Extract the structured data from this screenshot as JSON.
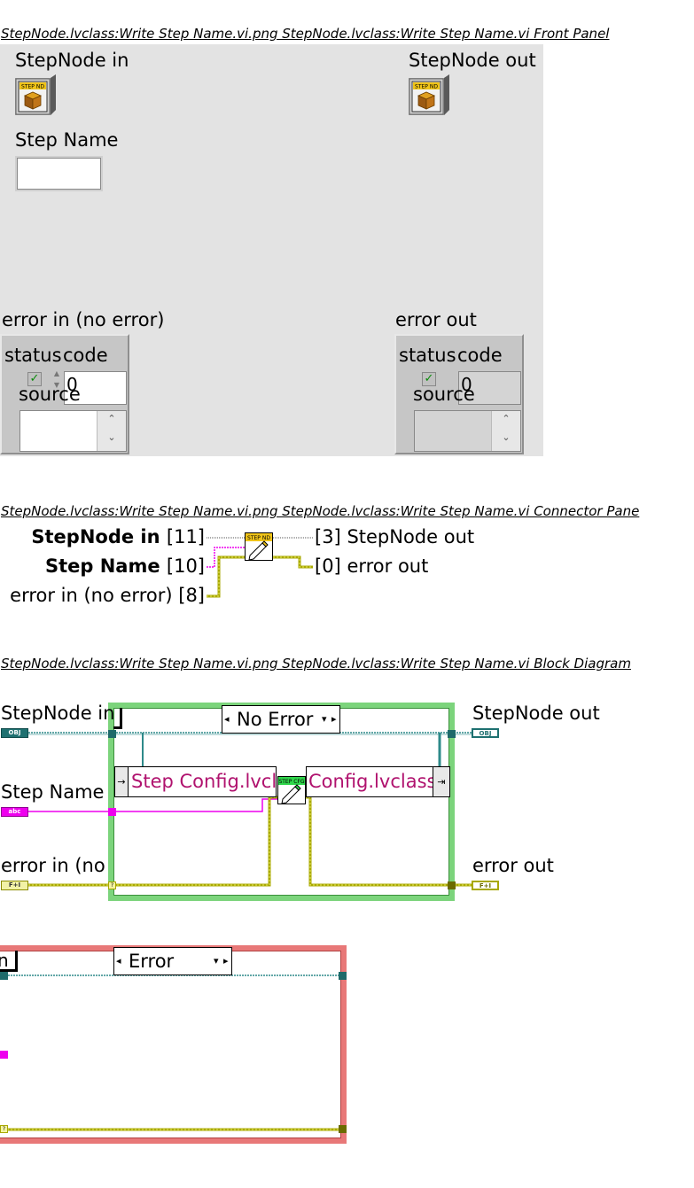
{
  "front_panel": {
    "caption": "StepNode.lvclass:Write Step Name.vi.png  StepNode.lvclass:Write Step Name.vi Front Panel",
    "stepnode_in_label": "StepNode in",
    "stepnode_out_label": "StepNode out",
    "step_name_label": "Step Name",
    "step_name_value": "",
    "class_icon_text": "STEP ND",
    "error_in": {
      "label": "error in (no error)",
      "status_label": "status",
      "code_label": "code",
      "code_value": "0",
      "source_label": "source",
      "source_value": ""
    },
    "error_out": {
      "label": "error out",
      "status_label": "status",
      "code_label": "code",
      "code_value": "0",
      "source_label": "source",
      "source_value": ""
    }
  },
  "connector_pane": {
    "caption": "StepNode.lvclass:Write Step Name.vi.png  StepNode.lvclass:Write Step Name.vi Connector Pane",
    "inputs": [
      {
        "label": "StepNode in",
        "index": "[11]"
      },
      {
        "label": "Step Name",
        "index": "[10]"
      },
      {
        "label": "error in (no error)",
        "index": "[8]"
      }
    ],
    "outputs": [
      {
        "label": "StepNode out",
        "index": "[3]"
      },
      {
        "label": "error out",
        "index": "[0]"
      }
    ],
    "icon_text": "STEP ND"
  },
  "block_diagram": {
    "caption": "StepNode.lvclass:Write Step Name.vi.png  StepNode.lvclass:Write Step Name.vi Block Diagram",
    "stepnode_in_label": "StepNode in",
    "step_name_label": "Step Name",
    "error_in_label": "error in (no",
    "stepnode_out_label": "StepNode out",
    "error_out_label": "error out",
    "case_no_error": "No Error",
    "case_error": "Error",
    "unbundle_text": "Step Config.lvcl",
    "bundle_text": "Config.lvclass",
    "subvi_text": "STEP CFG",
    "term_obj": "OBJ",
    "term_abc": "abc",
    "term_err": "F+I"
  },
  "colors": {
    "panel_bg": "#e3e3e3",
    "class_wire": "#2e8a8a",
    "string_wire": "#ee00ee",
    "error_wire": "#a8a800",
    "case_green": "#7cd47c",
    "case_red": "#e87878",
    "bundle_text": "#b0126e"
  }
}
